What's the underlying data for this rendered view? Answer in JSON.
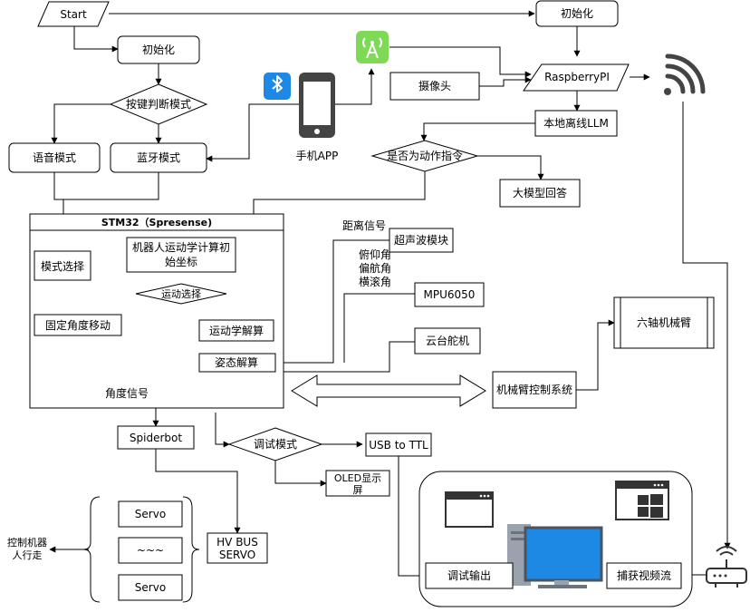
{
  "nodes": {
    "start": "Start",
    "init_left": "初始化",
    "key_mode": "按键判断模式",
    "voice_mode": "语音模式",
    "bt_mode": "蓝牙模式",
    "stm32_title": "STM32（Spresense)",
    "mode_select": "模式选择",
    "robot_init_line1": "机器人运动学计算初",
    "robot_init_line2": "始坐标",
    "motion_select": "运动选择",
    "fixed_angle": "固定角度移动",
    "kinematics": "运动学解算",
    "attitude": "姿态解算",
    "angle_signal": "角度信号",
    "spiderbot": "Spiderbot",
    "debug_mode": "调试模式",
    "usb_ttl": "USB to TTL",
    "oled_line1": "OLED显示",
    "oled_line2": "屏",
    "servo_top": "Servo",
    "servo_mid": "~~~",
    "servo_bot": "Servo",
    "hv_bus_line1": "HV BUS",
    "hv_bus_line2": "SERVO",
    "control_robot_line1": "控制机器",
    "control_robot_line2": "人行走",
    "phone_app": "手机APP",
    "camera": "摄像头",
    "init_right": "初始化",
    "raspberry": "RaspberryPI",
    "local_llm": "本地离线LLM",
    "is_action": "是否为动作指令",
    "big_model": "大模型回答",
    "distance_signal": "距离信号",
    "ultrasonic": "超声波模块",
    "pitch": "俯仰角",
    "yaw": "偏航角",
    "roll": "横滚角",
    "mpu": "MPU6050",
    "gimbal": "云台舵机",
    "arm_control": "机械臂控制系统",
    "six_axis_arm": "六轴机械臂",
    "debug_output": "调试输出",
    "capture_video": "捕获视频流"
  },
  "icons": [
    "bluetooth-icon",
    "smartphone-icon",
    "antenna-icon",
    "wifi-icon",
    "router-icon",
    "window-icon",
    "windows-window-icon",
    "desktop-computer-icon"
  ],
  "colors": {
    "stroke": "#000000",
    "bluetooth": "#1e88e5",
    "antenna_bg": "#7ed957",
    "phone_body": "#444444",
    "monitor_blue": "#1e88e5",
    "tower": "#9aa3ad"
  }
}
